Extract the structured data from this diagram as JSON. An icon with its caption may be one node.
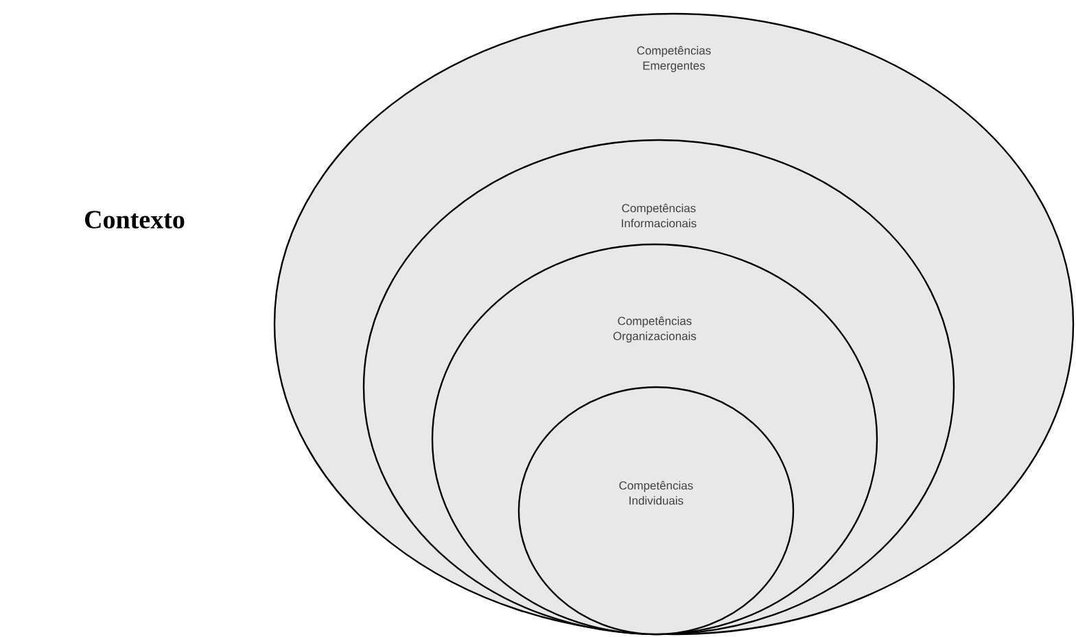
{
  "diagram": {
    "nodes": [
      {
        "text": [
          "Competências Emergentes"
        ]
      },
      {
        "text": [
          "Competências Informacionais"
        ],
        "in": 0
      },
      {
        "text": [
          "Competências Organizacionais"
        ],
        "in": 1
      },
      {
        "text": [
          "Competências Individuais"
        ],
        "in": 2
      }
    ],
    "labels": [
      "Contexto"
    ]
  }
}
